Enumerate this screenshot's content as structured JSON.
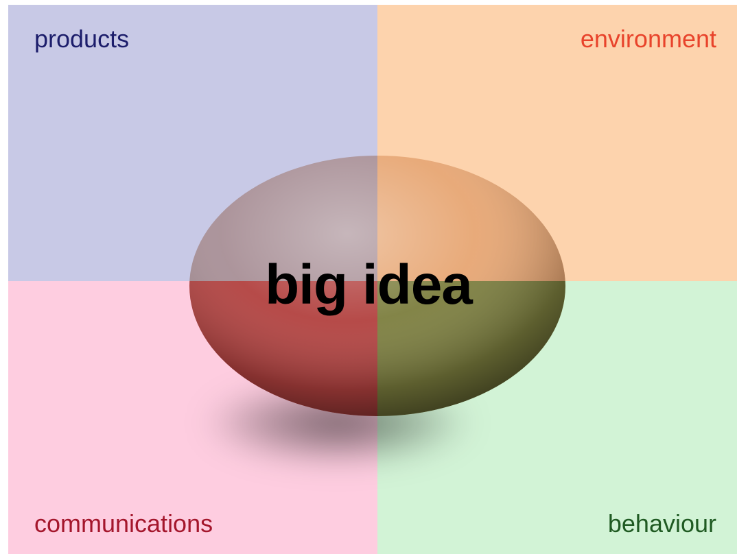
{
  "center_label": "big idea",
  "quadrants": [
    {
      "id": "products",
      "label": "products",
      "bg": "#c8c9e6",
      "text_color": "#1c1d6b"
    },
    {
      "id": "environment",
      "label": "environment",
      "bg": "#fdd3ad",
      "text_color": "#e8432b"
    },
    {
      "id": "communications",
      "label": "communications",
      "bg": "#fecde0",
      "text_color": "#a4162c"
    },
    {
      "id": "behaviour",
      "label": "behaviour",
      "bg": "#d2f3d6",
      "text_color": "#1f5a22"
    }
  ],
  "egg_icon": "egg-icon"
}
